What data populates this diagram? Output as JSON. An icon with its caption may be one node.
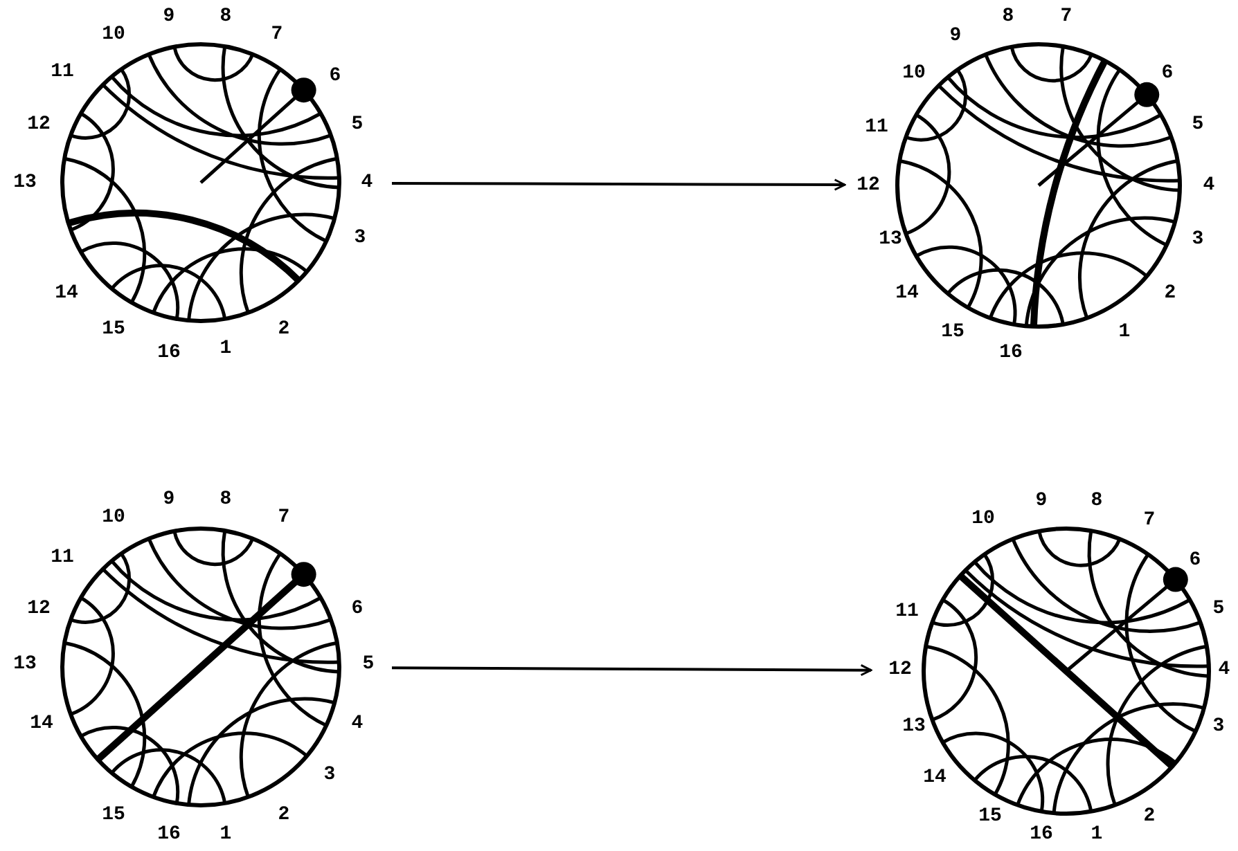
{
  "diagram": {
    "nodes": [
      {
        "text": [],
        "shape": "circle"
      },
      {
        "text": [],
        "shape": "circle"
      },
      {
        "text": [],
        "shape": "circle"
      },
      {
        "text": [],
        "shape": "circle"
      }
    ],
    "edges": [
      {
        "from": 0,
        "to": 1,
        "arrow": "to"
      },
      {
        "from": 2,
        "to": 3,
        "arrow": "to"
      }
    ],
    "labels": [
      "9",
      "8",
      "10",
      "7",
      "11",
      "6",
      "12",
      "5",
      "13",
      "4",
      "3",
      "14",
      "15",
      "2",
      "16",
      "1",
      "8",
      "7",
      "9",
      "10",
      "6",
      "11",
      "5",
      "12",
      "4",
      "13",
      "3",
      "14",
      "2",
      "15",
      "1",
      "16",
      "9",
      "8",
      "10",
      "7",
      "11",
      "12",
      "6",
      "13",
      "5",
      "14",
      "4",
      "3",
      "15",
      "2",
      "16",
      "1",
      "9",
      "8",
      "10",
      "7",
      "6",
      "11",
      "5",
      "12",
      "4",
      "13",
      "3",
      "14",
      "15",
      "2",
      "16",
      "1"
    ]
  }
}
